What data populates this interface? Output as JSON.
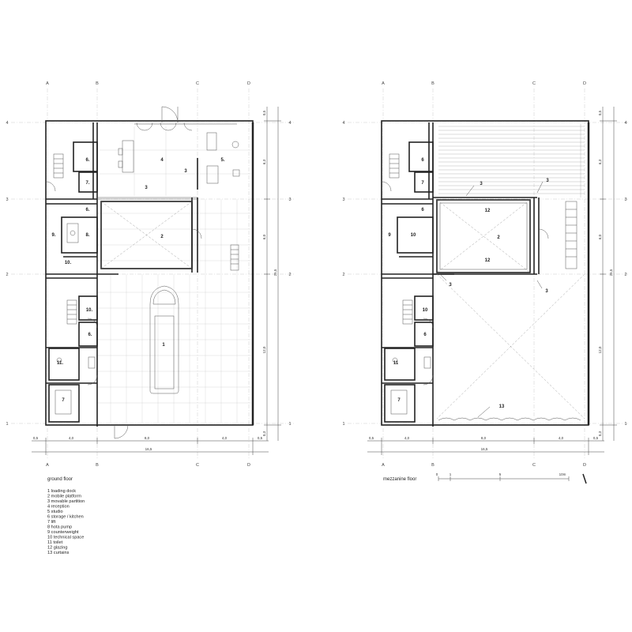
{
  "ground_floor": {
    "title": "ground floor",
    "axes_cols": [
      "A",
      "B",
      "C",
      "D"
    ],
    "axes_rows": [
      "4",
      "3",
      "2",
      "1"
    ],
    "dims_bottom": [
      "0,5",
      "4,0",
      "8,0",
      "4,0",
      "0,5"
    ],
    "dim_total": "16,5",
    "dims_right": [
      "0,5",
      "6,3",
      "6,0",
      "12,0",
      "0,3"
    ],
    "dim_right_total": "25,5",
    "legend": [
      "1 loading dock",
      "2 mobile platform",
      "3 movable partition",
      "4 reception",
      "5 studio",
      "6 storage / kitchen",
      "7 lift",
      "8 hota pump",
      "9 counterweight",
      "10 technical space",
      "11 toilet",
      "12 glazing",
      "13 curtains"
    ],
    "room_labels": {
      "r1": "1",
      "r2": "2",
      "r3a": "3",
      "r3b": "3",
      "r4": "4",
      "r5": "5.",
      "r6a": "6.",
      "r6b": "6.",
      "r6c": "6.",
      "r7a": "7.",
      "r7b": "7",
      "r8": "8.",
      "r9": "9.",
      "r10a": "10.",
      "r10b": "10.",
      "r11": "11."
    }
  },
  "mezzanine_floor": {
    "title": "mezzanine floor",
    "axes_cols": [
      "A",
      "B",
      "C",
      "D"
    ],
    "axes_rows": [
      "4",
      "3",
      "2",
      "1"
    ],
    "dims_bottom": [
      "0,5",
      "4,0",
      "8,0",
      "4,0",
      "0,5"
    ],
    "dim_total": "16,5",
    "dims_right": [
      "0,5",
      "6,3",
      "6,0",
      "12,0",
      "0,3"
    ],
    "dim_right_total": "25,5",
    "room_labels": {
      "r2": "2",
      "r3a": "3",
      "r3b": "3",
      "r3c": "3",
      "r3d": "3",
      "r6a": "6",
      "r6b": "6",
      "r6c": "6",
      "r7a": "7",
      "r7b": "7",
      "r9": "9",
      "r10a": "10",
      "r10b": "10",
      "r11": "11",
      "r12a": "12",
      "r12b": "12",
      "r13": "13"
    },
    "scale_bar": [
      "0",
      "1",
      "5",
      "10m"
    ]
  }
}
